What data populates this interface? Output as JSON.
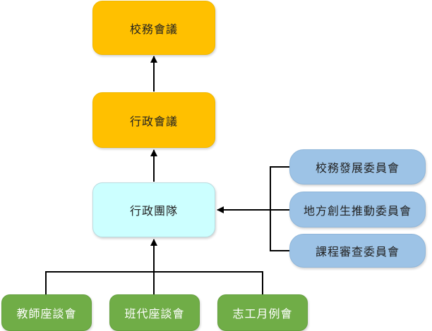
{
  "diagram": {
    "nodes": {
      "school_affairs_meeting": "校務會議",
      "admin_meeting": "行政會議",
      "admin_team": "行政團隊",
      "school_dev_committee": "校務發展委員會",
      "local_revitalization_committee": "地方創生推動委員會",
      "curriculum_review_committee": "課程審查委員會",
      "teacher_forum": "教師座談會",
      "class_rep_forum": "班代座談會",
      "volunteer_monthly_meeting": "志工月例會"
    },
    "edges": [
      {
        "from": "admin_meeting",
        "to": "school_affairs_meeting"
      },
      {
        "from": "admin_team",
        "to": "admin_meeting"
      },
      {
        "from": "committees_group",
        "to": "admin_team"
      },
      {
        "from": "forums_group",
        "to": "admin_team"
      }
    ],
    "colors": {
      "top_level": "#ffc000",
      "admin_team": "#ccffff",
      "committees": "#9dc3e6",
      "forums": "#70ad47",
      "connector": "#000000"
    }
  }
}
